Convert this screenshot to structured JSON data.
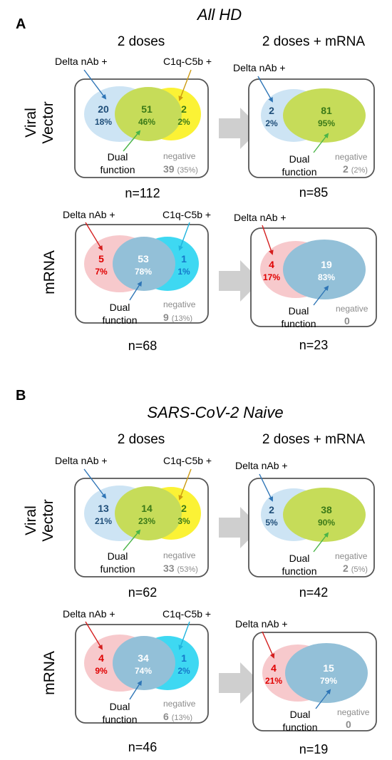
{
  "colors": {
    "blue_circle": "#cde4f4",
    "green_circle": "#c6dc59",
    "yellow_circle": "#fbf235",
    "pink_circle": "#f7c9cc",
    "cyan_circle": "#3ed8f2",
    "overlap_blue": "#93c0d8",
    "nab_text_vv": "#1f4e79",
    "green_text": "#3b7a18",
    "red_text": "#e00000",
    "cyan_text": "#1577c9",
    "white_text": "#ffffff",
    "gray_text": "#8c8c8c",
    "arrow_blue": "#2e75b6",
    "arrow_gold": "#cc9a12",
    "arrow_green": "#4ab548",
    "arrow_red": "#d42020",
    "arrow_cyan": "#1fb3dd",
    "big_arrow": "#cfcfcf",
    "box_border": "#555555"
  },
  "sections": {
    "A": {
      "letter": "A",
      "title": "All HD",
      "col_left": "2 doses",
      "col_right": "2 doses + mRNA",
      "row_vv": [
        "Viral",
        "Vector"
      ],
      "row_mrna": "mRNA",
      "vv_left": {
        "label1": "Delta nAb +",
        "label2": "C1q-C5b +",
        "a_n": "20",
        "a_p": "18%",
        "b_n": "51",
        "b_p": "46%",
        "c_n": "2",
        "c_p": "2%",
        "dual1": "Dual",
        "dual2": "function",
        "neg_label": "negative",
        "neg_n": "39",
        "neg_p": "(35%)",
        "n": "n=112"
      },
      "vv_right": {
        "label1": "Delta nAb +",
        "a_n": "2",
        "a_p": "2%",
        "b_n": "81",
        "b_p": "95%",
        "dual1": "Dual",
        "dual2": "function",
        "neg_label": "negative",
        "neg_n": "2",
        "neg_p": "(2%)",
        "n": "n=85"
      },
      "mrna_left": {
        "label1": "Delta nAb +",
        "label2": "C1q-C5b +",
        "a_n": "5",
        "a_p": "7%",
        "b_n": "53",
        "b_p": "78%",
        "c_n": "1",
        "c_p": "1%",
        "dual1": "Dual",
        "dual2": "function",
        "neg_label": "negative",
        "neg_n": "9",
        "neg_p": "(13%)",
        "n": "n=68"
      },
      "mrna_right": {
        "label1": "Delta nAb +",
        "a_n": "4",
        "a_p": "17%",
        "b_n": "19",
        "b_p": "83%",
        "dual1": "Dual",
        "dual2": "function",
        "neg_label": "negative",
        "neg_n": "0",
        "n": "n=23"
      }
    },
    "B": {
      "letter": "B",
      "title": "SARS-CoV-2 Naive",
      "col_left": "2 doses",
      "col_right": "2 doses + mRNA",
      "row_vv": [
        "Viral",
        "Vector"
      ],
      "row_mrna": "mRNA",
      "vv_left": {
        "label1": "Delta nAb +",
        "label2": "C1q-C5b +",
        "a_n": "13",
        "a_p": "21%",
        "b_n": "14",
        "b_p": "23%",
        "c_n": "2",
        "c_p": "3%",
        "dual1": "Dual",
        "dual2": "function",
        "neg_label": "negative",
        "neg_n": "33",
        "neg_p": "(53%)",
        "n": "n=62"
      },
      "vv_right": {
        "label1": "Delta nAb +",
        "a_n": "2",
        "a_p": "5%",
        "b_n": "38",
        "b_p": "90%",
        "dual1": "Dual",
        "dual2": "function",
        "neg_label": "negative",
        "neg_n": "2",
        "neg_p": "(5%)",
        "n": "n=42"
      },
      "mrna_left": {
        "label1": "Delta nAb +",
        "label2": "C1q-C5b +",
        "a_n": "4",
        "a_p": "9%",
        "b_n": "34",
        "b_p": "74%",
        "c_n": "1",
        "c_p": "2%",
        "dual1": "Dual",
        "dual2": "function",
        "neg_label": "negative",
        "neg_n": "6",
        "neg_p": "(13%)",
        "n": "n=46"
      },
      "mrna_right": {
        "label1": "Delta nAb +",
        "a_n": "4",
        "a_p": "21%",
        "b_n": "15",
        "b_p": "79%",
        "dual1": "Dual",
        "dual2": "function",
        "neg_label": "negative",
        "neg_n": "0",
        "n": "n=19"
      }
    }
  }
}
